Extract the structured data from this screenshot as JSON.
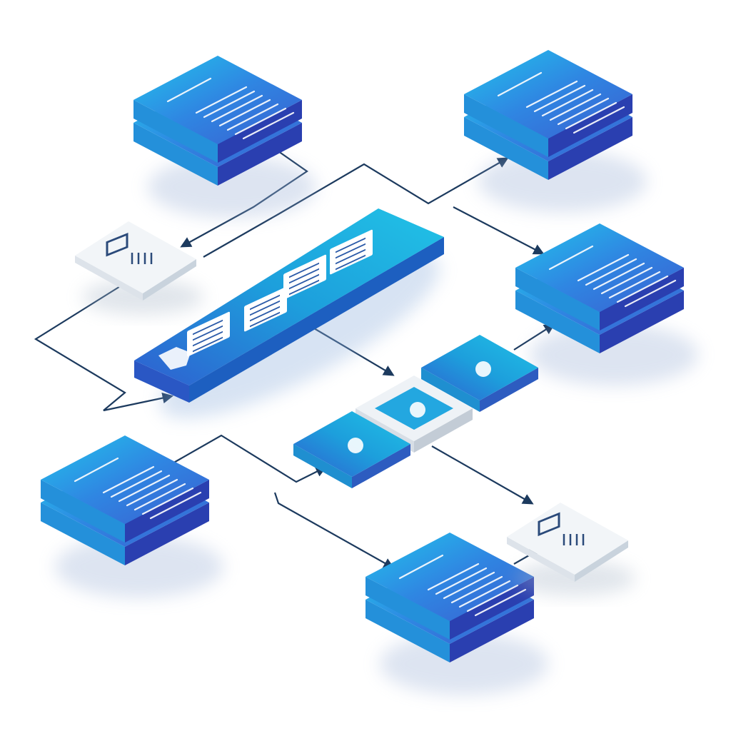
{
  "diagram": {
    "style": "isometric document flow",
    "colors": {
      "background": "#ffffff",
      "block_light": "#22c4ec",
      "block_mid": "#2f7fe0",
      "block_dark": "#2d4fc4",
      "side_dark": "#2a3fb0",
      "platform_teal": "#1fb3d8",
      "card_white": "#f2f5f8",
      "card_side": "#c9d3dd",
      "connector": "#1c3a5e",
      "text_lines": "#ffffff"
    },
    "nodes": [
      {
        "kind": "document-stack",
        "id": "stack-top-left"
      },
      {
        "kind": "document-stack",
        "id": "stack-top-right"
      },
      {
        "kind": "document-stack",
        "id": "stack-right"
      },
      {
        "kind": "document-stack",
        "id": "stack-bottom-left"
      },
      {
        "kind": "document-stack",
        "id": "stack-bottom"
      },
      {
        "kind": "pipeline-platform",
        "id": "center-pipeline"
      },
      {
        "kind": "tile",
        "id": "tile-upper"
      },
      {
        "kind": "tile-white",
        "id": "tile-middle"
      },
      {
        "kind": "tile",
        "id": "tile-lower"
      },
      {
        "kind": "card",
        "id": "card-left"
      },
      {
        "kind": "card",
        "id": "card-right"
      }
    ]
  }
}
